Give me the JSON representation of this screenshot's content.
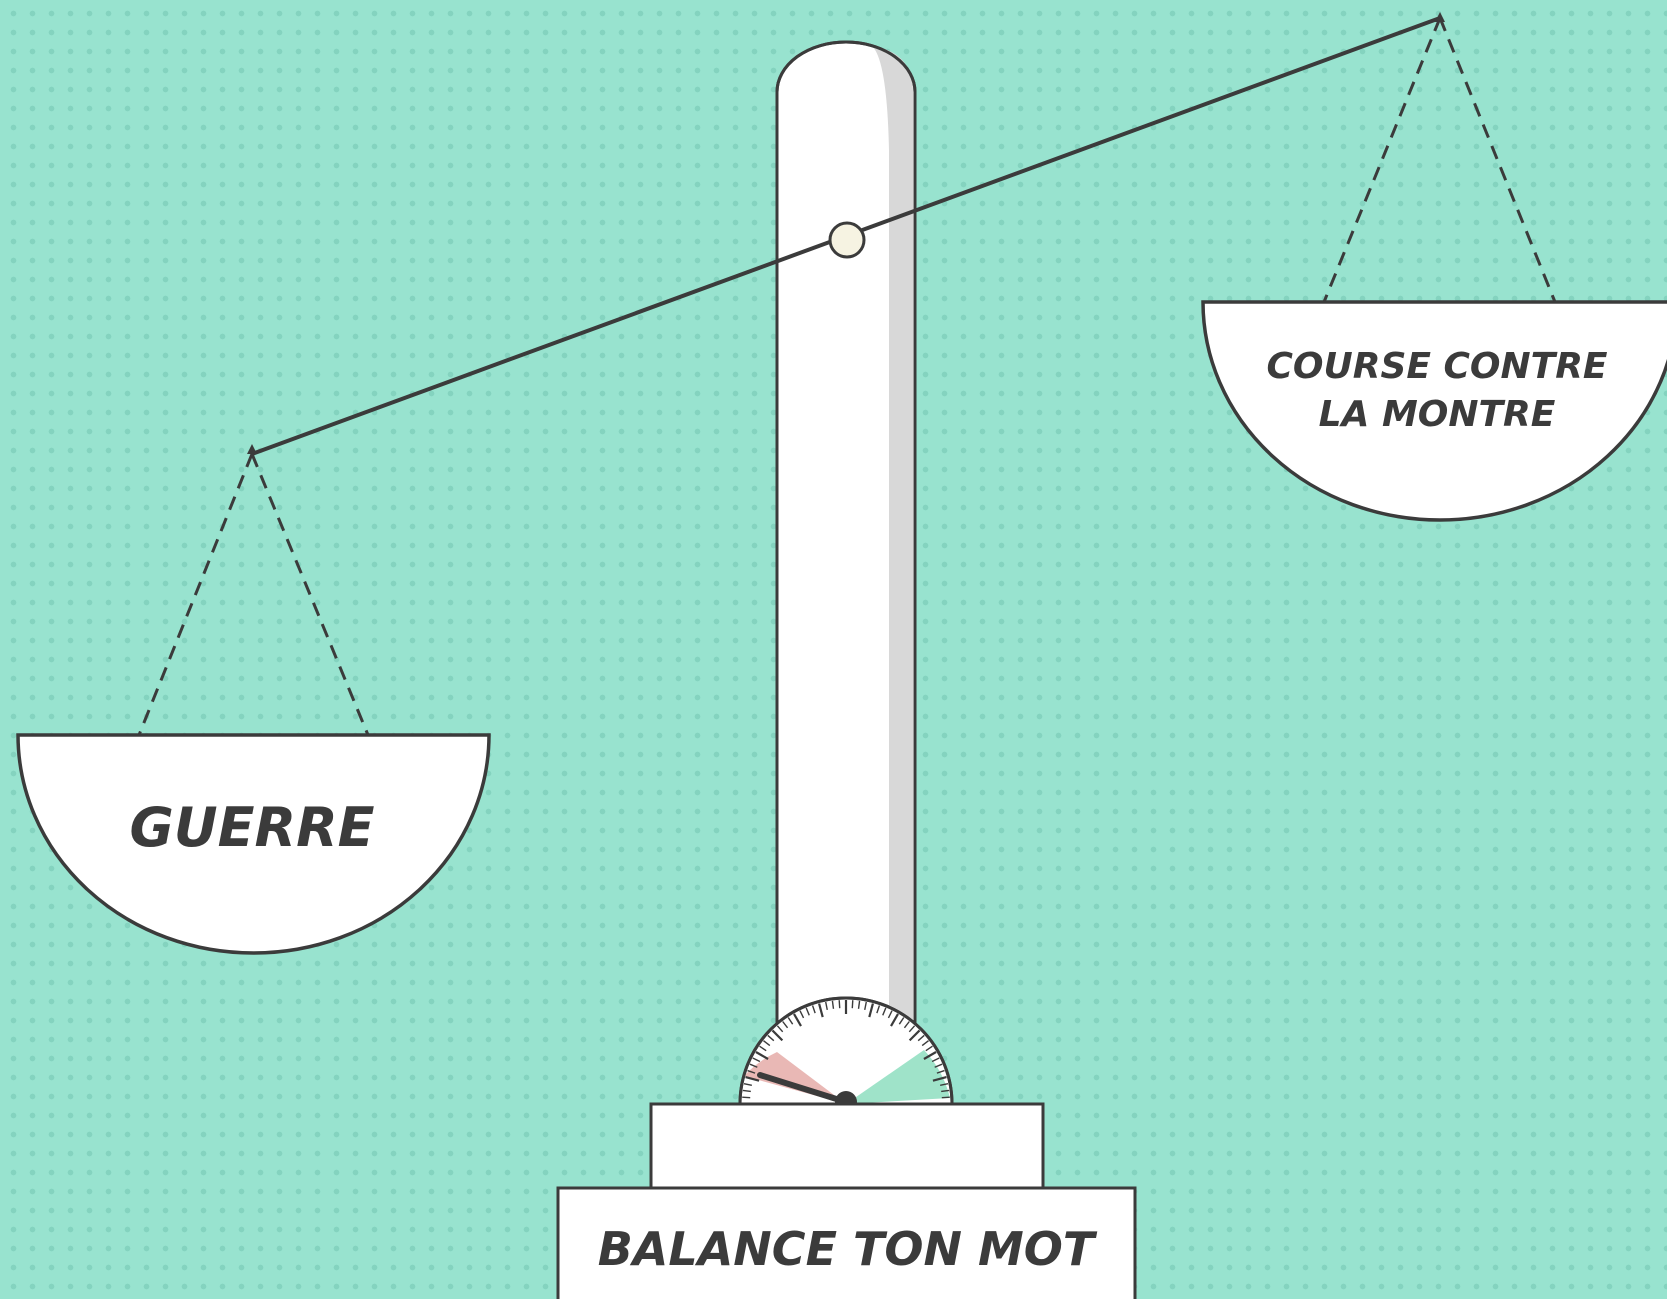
{
  "scale": {
    "left_pan_label": "GUERRE",
    "right_pan_label_line1": "COURSE CONTRE",
    "right_pan_label_line2": "LA MONTRE",
    "base_label": "BALANCE TON MOT",
    "tilt": "right side up, left side down",
    "gauge_needle": "pointing into red zone (left)"
  },
  "colors": {
    "background": "#98e3cf",
    "outline": "#3b3b3b",
    "gauge_red": "#e9b8b5",
    "gauge_green": "#9fe3c9",
    "pivot": "#f6f3e2"
  }
}
